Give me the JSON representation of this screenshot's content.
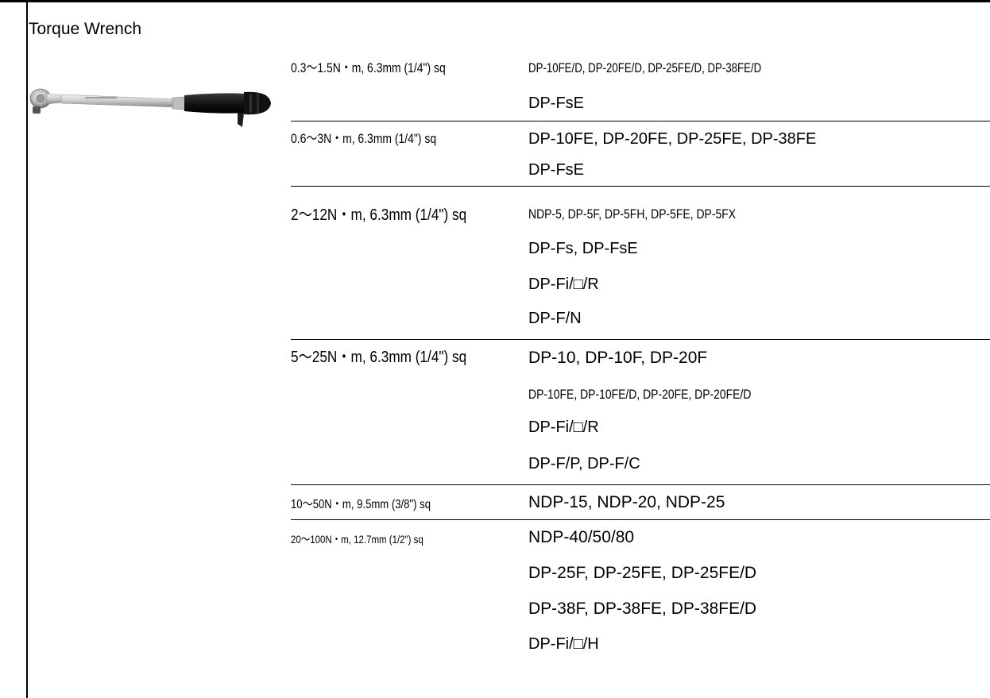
{
  "section_title": "Torque Wrench",
  "rows": [
    {
      "spec": "0.3～1.5N・m, 6.3mm (1/4\") sq",
      "models": [
        "DP-10FE/D, DP-20FE/D, DP-25FE/D, DP-38FE/D",
        "DP-FsE"
      ]
    },
    {
      "spec": "0.6～3N・m, 6.3mm (1/4\") sq",
      "models": [
        "DP-10FE, DP-20FE, DP-25FE, DP-38FE",
        "DP-FsE"
      ]
    },
    {
      "spec": "2～12N・m, 6.3mm (1/4\") sq",
      "models": [
        "NDP-5, DP-5F, DP-5FH, DP-5FE, DP-5FX",
        "DP-Fs, DP-FsE",
        "DP-Fi/□/R",
        "DP-F/N"
      ]
    },
    {
      "spec": "5～25N・m, 6.3mm (1/4\") sq",
      "models": [
        "DP-10, DP-10F, DP-20F",
        "DP-10FE, DP-10FE/D, DP-20FE, DP-20FE/D",
        "DP-Fi/□/R",
        "DP-F/P, DP-F/C"
      ]
    },
    {
      "spec": "10～50N・m, 9.5mm (3/8\") sq",
      "models": [
        "NDP-15, NDP-20, NDP-25"
      ]
    },
    {
      "spec": "20～100N・m, 12.7mm (1/2\") sq",
      "models": [
        "NDP-40/50/80",
        "DP-25F, DP-25FE, DP-25FE/D",
        "DP-38F, DP-38FE, DP-38FE/D",
        "DP-Fi/□/H"
      ]
    }
  ],
  "colors": {
    "text": "#000000",
    "lines": "#000000",
    "wrench_handle": "#1a1a1a",
    "wrench_shaft": "#c8c8c8"
  },
  "image": {
    "icon": "torque-wrench-photo"
  }
}
